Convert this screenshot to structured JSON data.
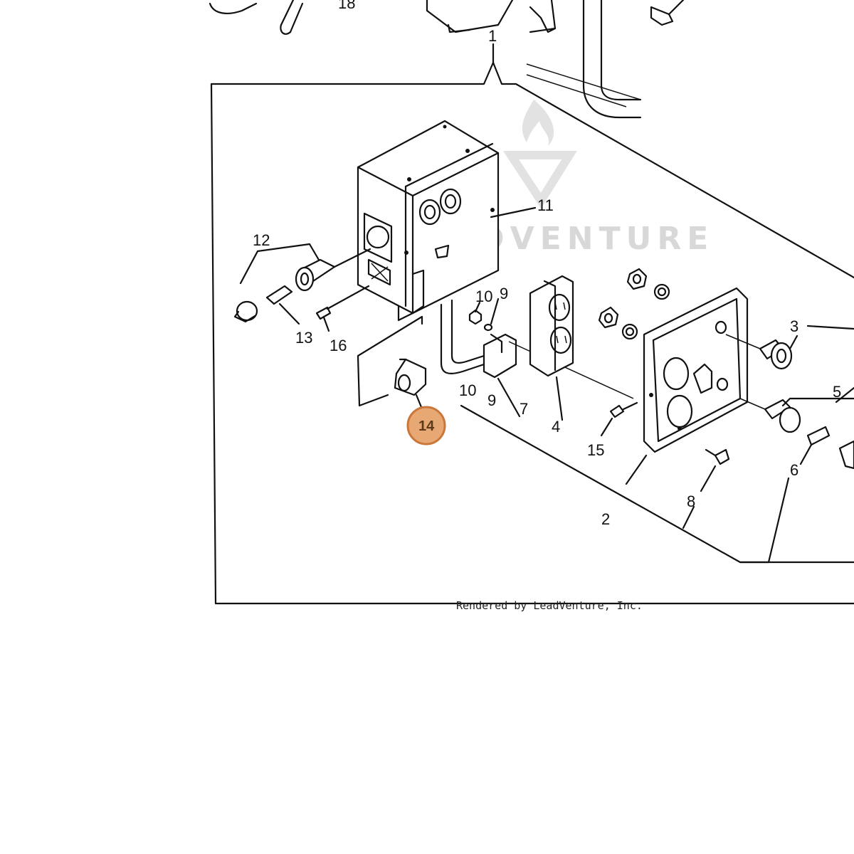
{
  "diagram": {
    "callouts": {
      "c18": "18",
      "c1": "1",
      "c11": "11",
      "c12": "12",
      "c13": "13",
      "c16": "16",
      "c10a": "10",
      "c9a": "9",
      "c3": "3",
      "c5": "5",
      "c10b": "10",
      "c9b": "9",
      "c7": "7",
      "c4": "4",
      "c15": "15",
      "c6": "6",
      "c8": "8",
      "c2": "2"
    },
    "highlighted_part": "14",
    "highlight_color": "#e8a873"
  },
  "watermark": {
    "text": "LEADVENTURE"
  },
  "footer": {
    "credit": "Rendered by LeadVenture, Inc."
  }
}
